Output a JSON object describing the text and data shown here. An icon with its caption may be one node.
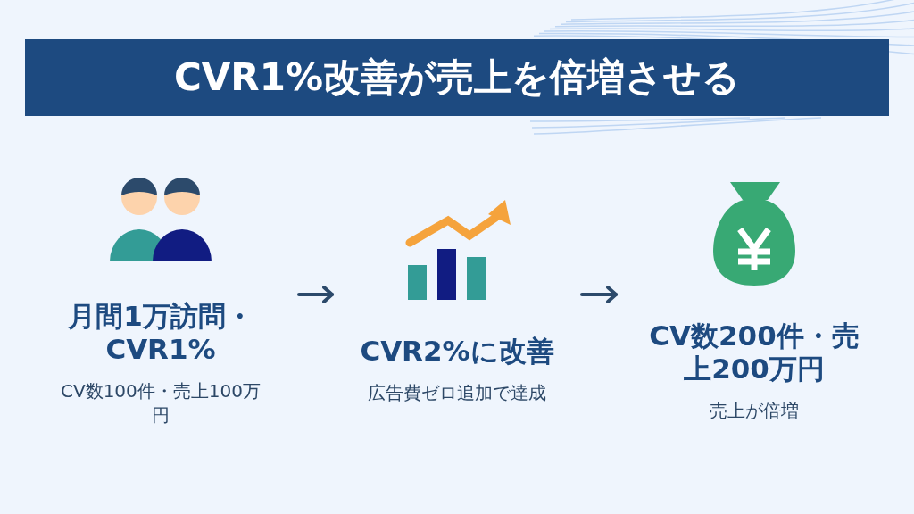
{
  "diagram": {
    "title": "CVR1%改善が売上を倍増させる",
    "nodes": [
      {
        "text": [
          "月間1万訪問・CVR1%",
          "CV数100件・売上100万円"
        ]
      },
      {
        "text": [
          "CVR2%に改善",
          "広告費ゼロ追加で達成"
        ]
      },
      {
        "text": [
          "CV数200件・売上200万円",
          "売上が倍増"
        ]
      }
    ],
    "edges": [
      {
        "from": 0,
        "to": 1,
        "arrow": "to"
      },
      {
        "from": 1,
        "to": 2,
        "arrow": "to"
      }
    ]
  }
}
